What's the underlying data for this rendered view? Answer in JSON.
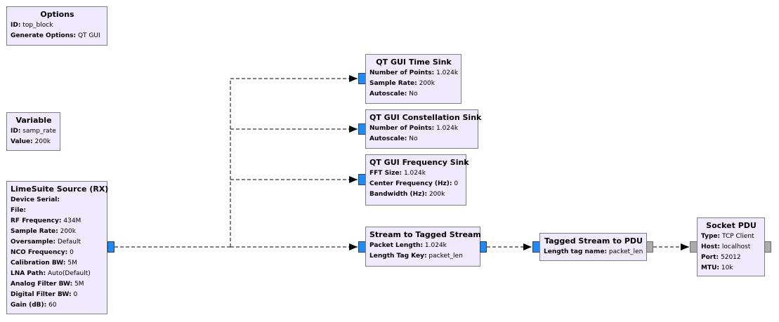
{
  "blocks": {
    "options": {
      "title": "Options",
      "params": [
        {
          "key": "ID:",
          "value": "top_block"
        },
        {
          "key": "Generate Options:",
          "value": "QT GUI"
        }
      ]
    },
    "variable": {
      "title": "Variable",
      "params": [
        {
          "key": "ID:",
          "value": "samp_rate"
        },
        {
          "key": "Value:",
          "value": "200k"
        }
      ]
    },
    "limesuite": {
      "title": "LimeSuite Source (RX)",
      "params": [
        {
          "key": "Device Serial:",
          "value": ""
        },
        {
          "key": "File:",
          "value": ""
        },
        {
          "key": "RF Frequency:",
          "value": "434M"
        },
        {
          "key": "Sample Rate:",
          "value": "200k"
        },
        {
          "key": "Oversample:",
          "value": "Default"
        },
        {
          "key": "NCO Frequency:",
          "value": "0"
        },
        {
          "key": "Calibration BW:",
          "value": "5M"
        },
        {
          "key": "LNA Path:",
          "value": "Auto(Default)"
        },
        {
          "key": "Analog Filter BW:",
          "value": "5M"
        },
        {
          "key": "Digital Filter BW:",
          "value": "0"
        },
        {
          "key": "Gain (dB):",
          "value": "60"
        }
      ]
    },
    "time_sink": {
      "title": "QT GUI Time Sink",
      "params": [
        {
          "key": "Number of Points:",
          "value": "1.024k"
        },
        {
          "key": "Sample Rate:",
          "value": "200k"
        },
        {
          "key": "Autoscale:",
          "value": "No"
        }
      ]
    },
    "const_sink": {
      "title": "QT GUI Constellation Sink",
      "params": [
        {
          "key": "Number of Points:",
          "value": "1.024k"
        },
        {
          "key": "Autoscale:",
          "value": "No"
        }
      ]
    },
    "freq_sink": {
      "title": "QT GUI Frequency Sink",
      "params": [
        {
          "key": "FFT Size:",
          "value": "1.024k"
        },
        {
          "key": "Center Frequency (Hz):",
          "value": "0"
        },
        {
          "key": "Bandwidth (Hz):",
          "value": "200k"
        }
      ]
    },
    "s2ts": {
      "title": "Stream to Tagged Stream",
      "params": [
        {
          "key": "Packet Length:",
          "value": "1.024k"
        },
        {
          "key": "Length Tag Key:",
          "value": "packet_len"
        }
      ]
    },
    "ts2pdu": {
      "title": "Tagged Stream to PDU",
      "params": [
        {
          "key": "Length tag name:",
          "value": "packet_len"
        }
      ]
    },
    "socket": {
      "title": "Socket PDU",
      "params": [
        {
          "key": "Type:",
          "value": "TCP Client"
        },
        {
          "key": "Host:",
          "value": "localhost"
        },
        {
          "key": "Port:",
          "value": "52012"
        },
        {
          "key": "MTU:",
          "value": "10k"
        }
      ]
    }
  },
  "colors": {
    "block_fill": "#f0eaff",
    "block_border": "#7e7e7e",
    "stream_port": "#1a8cff",
    "message_port": "#ababab",
    "connection": "#000000"
  }
}
